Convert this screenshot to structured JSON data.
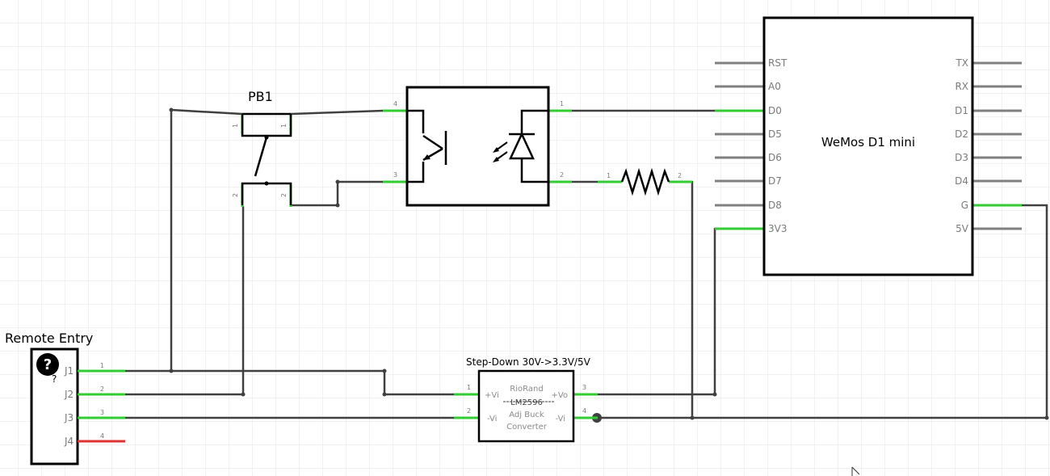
{
  "remote_entry": {
    "title": "Remote Entry",
    "pins": [
      "J1",
      "J2",
      "J3",
      "J4"
    ],
    "pin_numbers": [
      "1",
      "2",
      "3",
      "4"
    ],
    "icon": "question-icon",
    "unknown_mark": "?"
  },
  "pushbutton": {
    "label": "PB1",
    "pin_numbers": [
      "1",
      "1",
      "2",
      "2"
    ]
  },
  "optocoupler": {
    "pin_numbers": [
      "4",
      "3",
      "1",
      "2"
    ]
  },
  "resistor": {
    "pin_numbers": [
      "1",
      "2"
    ]
  },
  "wemos": {
    "title": "WeMos D1 mini",
    "left_pins": [
      "RST",
      "A0",
      "D0",
      "D5",
      "D6",
      "D7",
      "D8",
      "3V3"
    ],
    "right_pins": [
      "TX",
      "RX",
      "D1",
      "D2",
      "D3",
      "D4",
      "G",
      "5V"
    ]
  },
  "converter": {
    "title": "Step-Down 30V->3.3V/5V",
    "line1": "RioRand",
    "line2": "LM2596",
    "line3": "Adj Buck",
    "line4": "Converter",
    "pin_vi_plus": "+Vi",
    "pin_vi_minus": "-Vi",
    "pin_vo_plus": "+Vo",
    "pin_vo_minus": "-Vi",
    "pin_numbers": [
      "1",
      "2",
      "3",
      "4"
    ]
  },
  "colors": {
    "wire": "#404040",
    "pin_connected": "#33cc33",
    "pin_unconnected": "#dd3333",
    "pin_stub": "#808080",
    "grid": "#e6e6e6"
  }
}
